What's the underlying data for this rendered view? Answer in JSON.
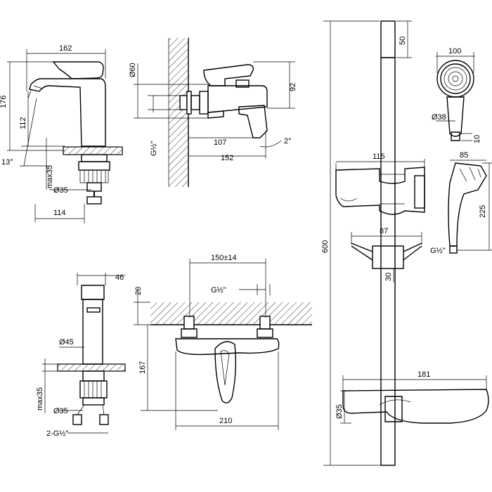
{
  "labels": {
    "basin_w": "162",
    "basin_h1": "176",
    "basin_h2": "112",
    "basin_angle": "13°",
    "basin_max": "max35",
    "basin_d": "Ø35",
    "basin_reach": "114",
    "bath_d60": "Ø60",
    "bath_g": "G½\"",
    "bath_107": "107",
    "bath_152": "152",
    "bath_92": "92",
    "bath_2deg": "2°",
    "bar_50": "50",
    "bar_600": "600",
    "bar_115": "115",
    "bar_87": "87",
    "bar_30": "30",
    "bar_181": "181",
    "bar_d35": "Ø35",
    "head_100": "100",
    "head_d38": "Ø38",
    "head_10": "10",
    "head_85": "85",
    "head_225": "225",
    "head_g": "G½\"",
    "mini_46": "46",
    "mini_d45": "Ø45",
    "mini_max": "max35",
    "mini_d35": "Ø35",
    "mini_2g": "2-G½\"",
    "wall_150": "150±14",
    "wall_g": "G½\"",
    "wall_20": "20",
    "wall_167": "167",
    "wall_210": "210"
  }
}
